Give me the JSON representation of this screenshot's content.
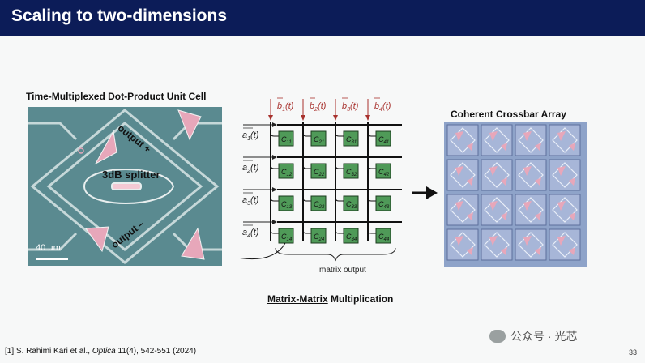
{
  "slide": {
    "title": "Scaling to two-dimensions",
    "page_number": "33"
  },
  "left_panel": {
    "title": "Time-Multiplexed Dot-Product Unit Cell",
    "labels": {
      "output_plus": "output +",
      "splitter": "3dB splitter",
      "output_minus": "output –",
      "scale_bar": "40 μm"
    }
  },
  "center_panel": {
    "b_inputs": [
      "b⃗1(t)",
      "b⃗2(t)",
      "b⃗3(t)",
      "b⃗4(t)"
    ],
    "b_base": "b",
    "b_subs": [
      "1",
      "2",
      "3",
      "4"
    ],
    "a_base": "a",
    "a_subs": [
      "1",
      "2",
      "3",
      "4"
    ],
    "time_suffix": "(t)",
    "cell_base": "C",
    "cells": [
      [
        "11",
        "21",
        "31",
        "41"
      ],
      [
        "12",
        "22",
        "32",
        "42"
      ],
      [
        "13",
        "23",
        "33",
        "43"
      ],
      [
        "14",
        "24",
        "34",
        "44"
      ]
    ],
    "matrix_output_label": "matrix output",
    "caption_prefix": "Matrix-Matrix",
    "caption_suffix": " Multiplication"
  },
  "right_panel": {
    "title": "Coherent Crossbar Array",
    "rows": 4,
    "cols": 4
  },
  "reference": {
    "prefix": "[1] S. Rahimi Kari et al., ",
    "journal": "Optica",
    "suffix": " 11(4), 542-551 (2024)"
  },
  "watermark": "公众号 · 光芯",
  "colors": {
    "header_bg": "#0c1c58",
    "b_arrow": "#a8322e",
    "cell_fill": "#4f9a58",
    "cell_border": "#1b3b1e",
    "micro_bg": "#5d8e93",
    "pink": "#e7a7ba"
  }
}
